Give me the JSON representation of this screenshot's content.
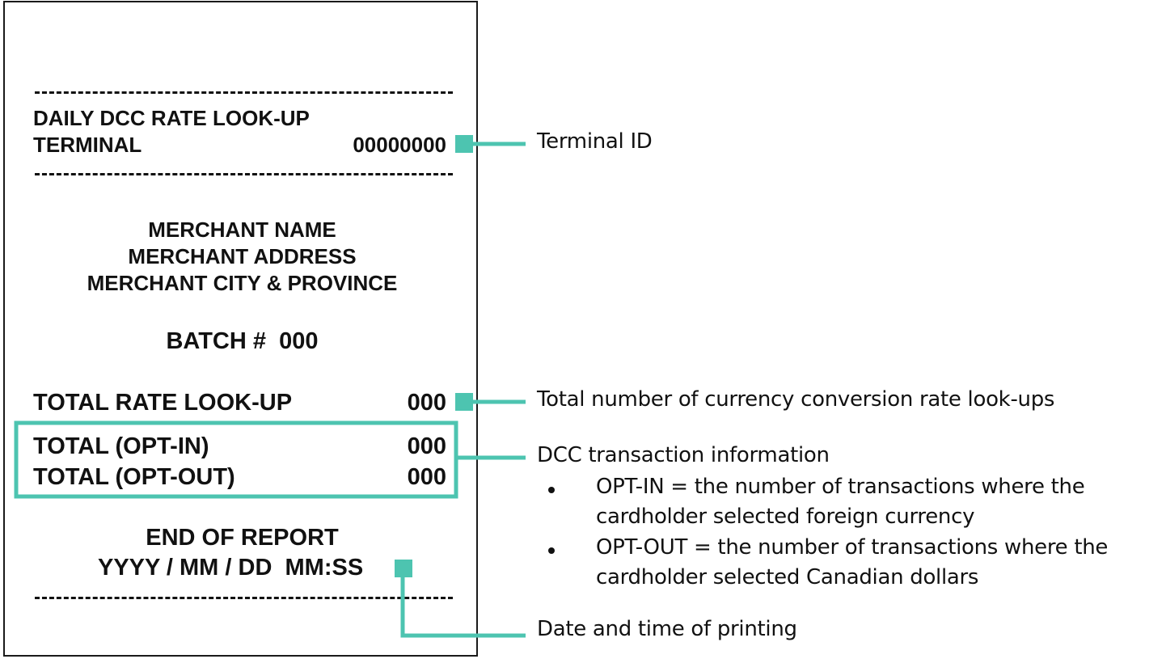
{
  "colors": {
    "accent": "#4dc4b0",
    "ink": "#111111"
  },
  "receipt": {
    "title": "DAILY DCC RATE LOOK-UP",
    "terminal_label": "TERMINAL",
    "terminal_value": "00000000",
    "merchant_name": "MERCHANT NAME",
    "merchant_address": "MERCHANT ADDRESS",
    "merchant_city": "MERCHANT CITY & PROVINCE",
    "batch": "BATCH #  000",
    "total_lookup_label": "TOTAL RATE LOOK-UP",
    "total_lookup_value": "000",
    "opt_in_label": "TOTAL (OPT-IN)",
    "opt_in_value": "000",
    "opt_out_label": "TOTAL (OPT-OUT)",
    "opt_out_value": "000",
    "end_of_report": "END OF REPORT",
    "datetime": "YYYY / MM / DD  MM:SS"
  },
  "annotations": {
    "terminal_id": "Terminal ID",
    "total_lookups": "Total number of currency conversion rate look-ups",
    "dcc_info": "DCC transaction information",
    "opt_in_line1": "OPT-IN = the number of transactions where the",
    "opt_in_line2": "cardholder selected foreign currency",
    "opt_out_line1": "OPT-OUT = the number of transactions where the",
    "opt_out_line2": "cardholder selected Canadian dollars",
    "date_time": "Date and time of printing"
  }
}
